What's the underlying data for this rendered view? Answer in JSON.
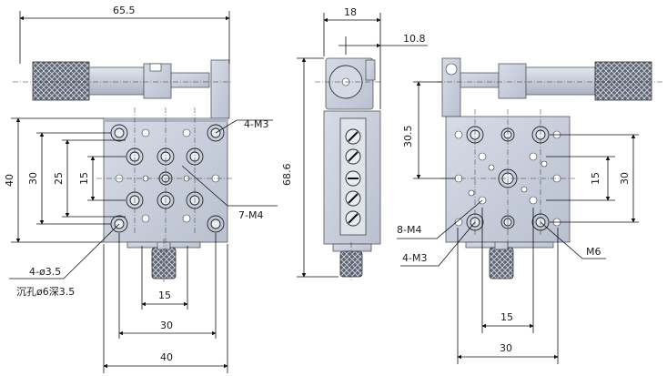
{
  "dimensions": {
    "front_view": {
      "total_width": "65.5",
      "height_40": "40",
      "height_30": "30",
      "height_25": "25",
      "height_15": "15",
      "bottom_15": "15",
      "bottom_30": "30",
      "bottom_40": "40"
    },
    "side_view": {
      "width_18": "18",
      "width_10_8": "10.8",
      "height_68_6": "68.6"
    },
    "right_view": {
      "height_30_5": "30.5",
      "height_15": "15",
      "height_30": "30",
      "bottom_15": "15",
      "bottom_30": "30"
    }
  },
  "callouts": {
    "m3_top": "4-M3",
    "m4_seven": "7-M4",
    "thru_hole": "4-ø3.5",
    "counterbore": "沉孔ø6深3.5",
    "m4_eight": "8-M4",
    "m3_right": "4-M3",
    "m6": "M6"
  },
  "colors": {
    "body": "#c9cfdc",
    "body_dark": "#9ea6b8",
    "line": "#111111"
  }
}
